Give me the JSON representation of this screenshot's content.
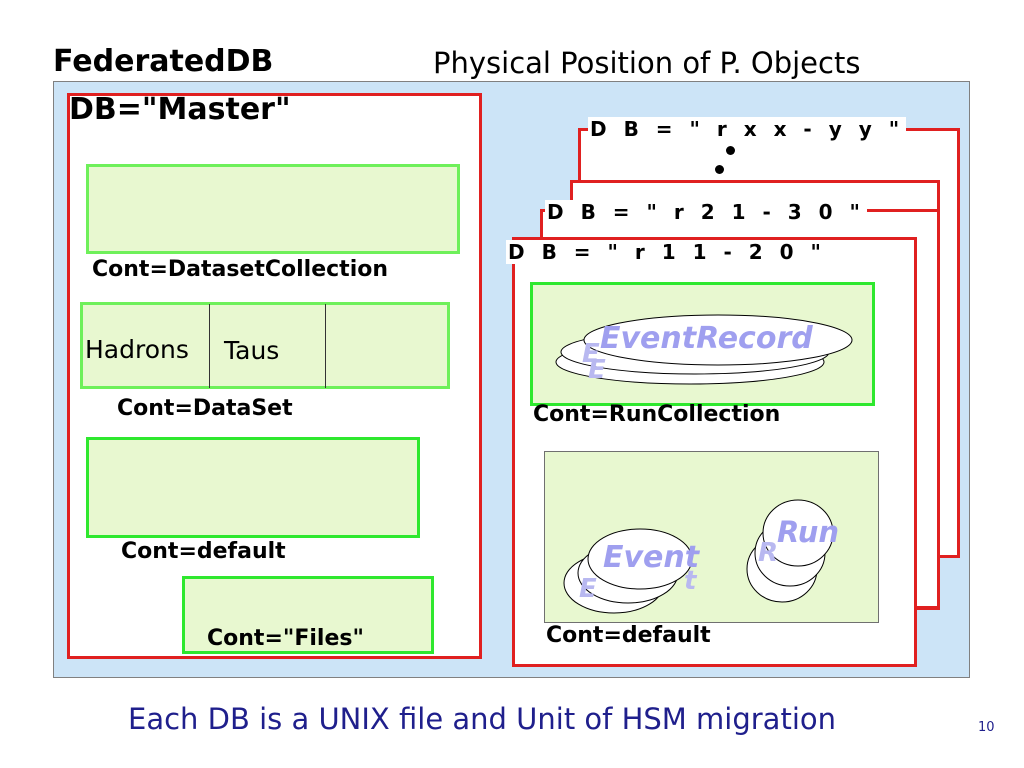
{
  "header": {
    "left_title": "FederatedDB",
    "right_title": "Physical Position of P. Objects"
  },
  "master": {
    "label": "DB=\"Master\"",
    "dataset_collection_label": "Cont=DatasetCollection",
    "dataset_cells": [
      "Hadrons",
      "Taus"
    ],
    "dataset_label": "Cont=DataSet",
    "default_label": "Cont=default",
    "files_label": "Cont=\"Files\""
  },
  "databases": {
    "tags": [
      "D B = \" r x x - y y \"",
      "D B = \" r 2 1 - 3 0 \"",
      "D B = \" r 1 1 - 2 0 \""
    ],
    "run_collection_label": "Cont=RunCollection",
    "event_record_label": "EventRecord",
    "event_label": "Event",
    "run_label": "Run",
    "default_label": "Cont=default"
  },
  "footer": {
    "text": "Each DB is a UNIX file and Unit of HSM migration",
    "page_number": "10"
  },
  "colors": {
    "red_frame": "#e02020",
    "green_border": "#2ee82e",
    "panel_blue": "#cce4f7",
    "ellipse_text": "#9f9fef",
    "footer_text": "#1f1f8c"
  }
}
